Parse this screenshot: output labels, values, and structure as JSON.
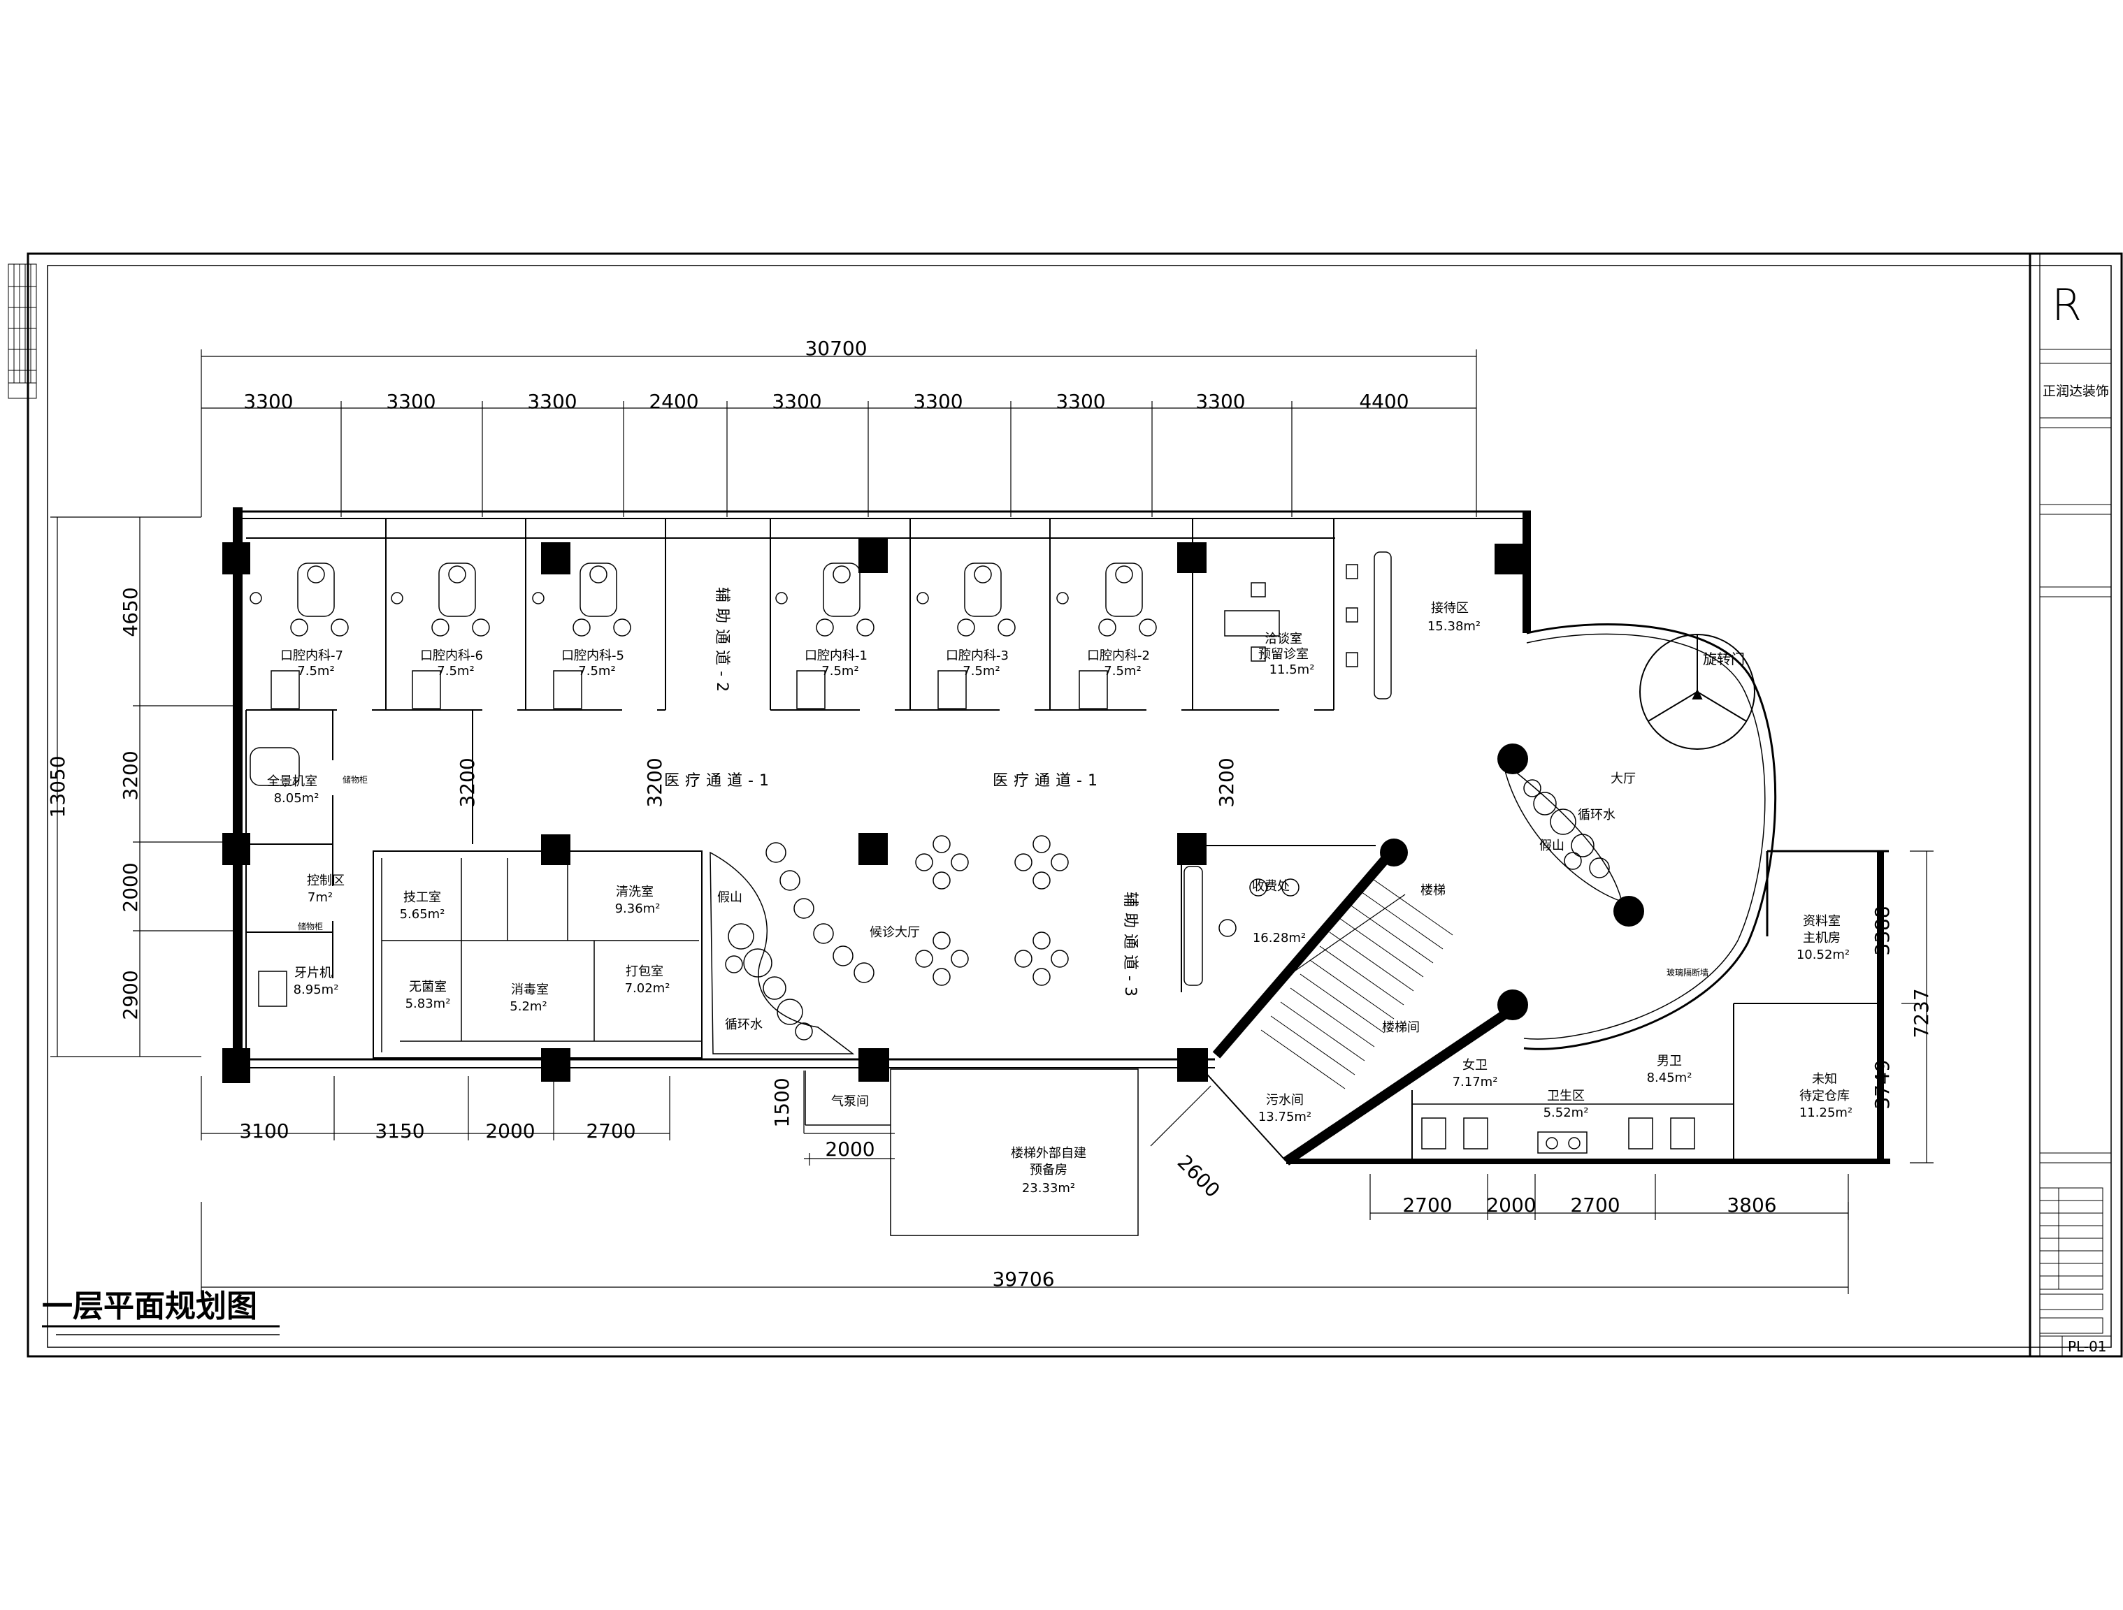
{
  "drawing": {
    "title": "一层平面规划图",
    "sheet_no": "PL-01",
    "company": "正润达装饰",
    "logo_letter": "R"
  },
  "dimensions": {
    "top_total": "30700",
    "top_segments": [
      "3300",
      "3300",
      "3300",
      "2400",
      "3300",
      "3300",
      "3300",
      "3300",
      "4400"
    ],
    "left_total": "13050",
    "left_segments": [
      "4650",
      "3200",
      "2000",
      "2900"
    ],
    "bottom_left_segments": [
      "3100",
      "3150",
      "2000",
      "2700"
    ],
    "air_room_h": "1500",
    "air_room_w": "2000",
    "diagonal": "2600",
    "bottom_right_segments": [
      "2700",
      "2000",
      "2700",
      "3806"
    ],
    "bottom_total": "39706",
    "right_total": "7237",
    "right_upper": "3388",
    "right_lower": "3749",
    "interior_3200_a": "3200",
    "interior_3200_b": "3200",
    "interior_3200_c": "3200"
  },
  "rooms": {
    "dental7": {
      "name": "口腔内科-7",
      "area": "7.5m²"
    },
    "dental6": {
      "name": "口腔内科-6",
      "area": "7.5m²"
    },
    "dental5": {
      "name": "口腔内科-5",
      "area": "7.5m²"
    },
    "dental1": {
      "name": "口腔内科-1",
      "area": "7.5m²"
    },
    "dental3": {
      "name": "口腔内科-3",
      "area": "7.5m²"
    },
    "dental2": {
      "name": "口腔内科-2",
      "area": "7.5m²"
    },
    "consult": {
      "name": "洽谈室",
      "sub": "预留诊室",
      "area": "11.5m²"
    },
    "reception": {
      "name": "接待区",
      "area": "15.38m²"
    },
    "revolving_door": {
      "name": "旋转门"
    },
    "lobby": {
      "name": "大厅"
    },
    "rockery1": {
      "name": "假山"
    },
    "loop_water1": {
      "name": "循环水"
    },
    "panoramic": {
      "name": "全景机室",
      "area": "8.05m²"
    },
    "control": {
      "name": "控制区",
      "area": "7m²"
    },
    "xray": {
      "name": "牙片机",
      "area": "8.95m²"
    },
    "tech": {
      "name": "技工室",
      "area": "5.65m²"
    },
    "cleaning": {
      "name": "清洗室",
      "area": "9.36m²"
    },
    "sterile": {
      "name": "无菌室",
      "area": "5.83m²"
    },
    "disinfect": {
      "name": "消毒室",
      "area": "5.2m²"
    },
    "packing": {
      "name": "打包室",
      "area": "7.02m²"
    },
    "rockery2": {
      "name": "假山"
    },
    "loop_water2": {
      "name": "循环水"
    },
    "waiting": {
      "name": "候诊大厅"
    },
    "cashier": {
      "name": "收费处",
      "area": "16.28m²"
    },
    "stairs": {
      "name": "楼梯"
    },
    "stair_room": {
      "name": "楼梯间"
    },
    "sewage": {
      "name": "污水间",
      "area": "13.75m²"
    },
    "female_wc": {
      "name": "女卫",
      "area": "7.17m²"
    },
    "sanitary": {
      "name": "卫生区",
      "area": "5.52m²"
    },
    "male_wc": {
      "name": "男卫",
      "area": "8.45m²"
    },
    "records": {
      "name": "资料室",
      "sub": "主机房",
      "area": "10.52m²"
    },
    "unknown_store": {
      "name": "未知",
      "sub": "待定仓库",
      "area": "11.25m²"
    },
    "gas_room": {
      "name": "气泵间"
    },
    "outside_store": {
      "name": "楼梯外部自建",
      "sub": "预备房",
      "area": "23.33m²"
    }
  },
  "corridors": {
    "aux2": "辅助通道-2",
    "med1a": "医疗通道-1",
    "med1b": "医疗通道-1",
    "aux3": "辅助通道-3"
  },
  "small_notes": {
    "cabinet_note": "储物柜",
    "cabinet_note2": "储物柜",
    "glass_note": "玻璃隔断墙"
  }
}
